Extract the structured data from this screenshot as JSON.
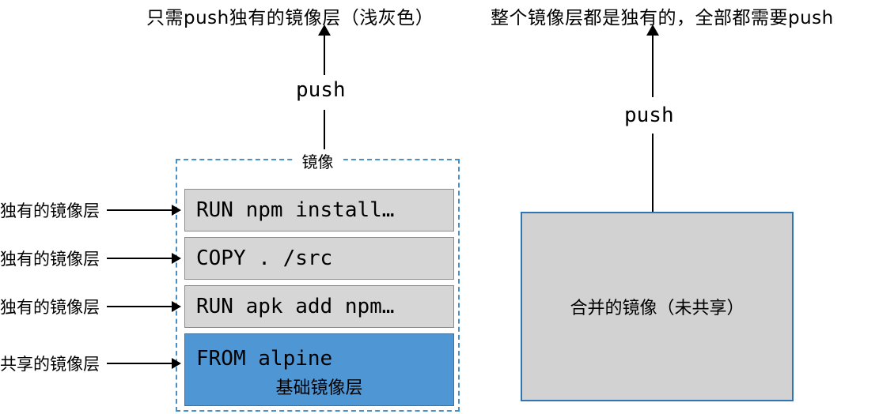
{
  "left": {
    "title": "只需push独有的镜像层（浅灰色）",
    "push_label": "push",
    "image_box_label": "镜像",
    "side_labels": [
      "独有的镜像层",
      "独有的镜像层",
      "独有的镜像层",
      "共享的镜像层"
    ],
    "layers": [
      {
        "text": "RUN npm install…"
      },
      {
        "text": "COPY . /src"
      },
      {
        "text": "RUN apk add npm…"
      },
      {
        "text": "FROM alpine",
        "sublabel": "基础镜像层"
      }
    ]
  },
  "right": {
    "title": "整个镜像层都是独有的，全部都需要push",
    "push_label": "push",
    "box_label": "合并的镜像（未共享）"
  },
  "colors": {
    "layer_gray": "#d6d6d6",
    "layer_border": "#8c8c8c",
    "layer_blue": "#4f96d5",
    "blue_border": "#41719c",
    "dashed_border": "#4a90c8",
    "merged_fill": "#d2d2d2",
    "merged_border": "#2e75b6",
    "arrow_color": "#000000",
    "text_color": "#000000"
  }
}
